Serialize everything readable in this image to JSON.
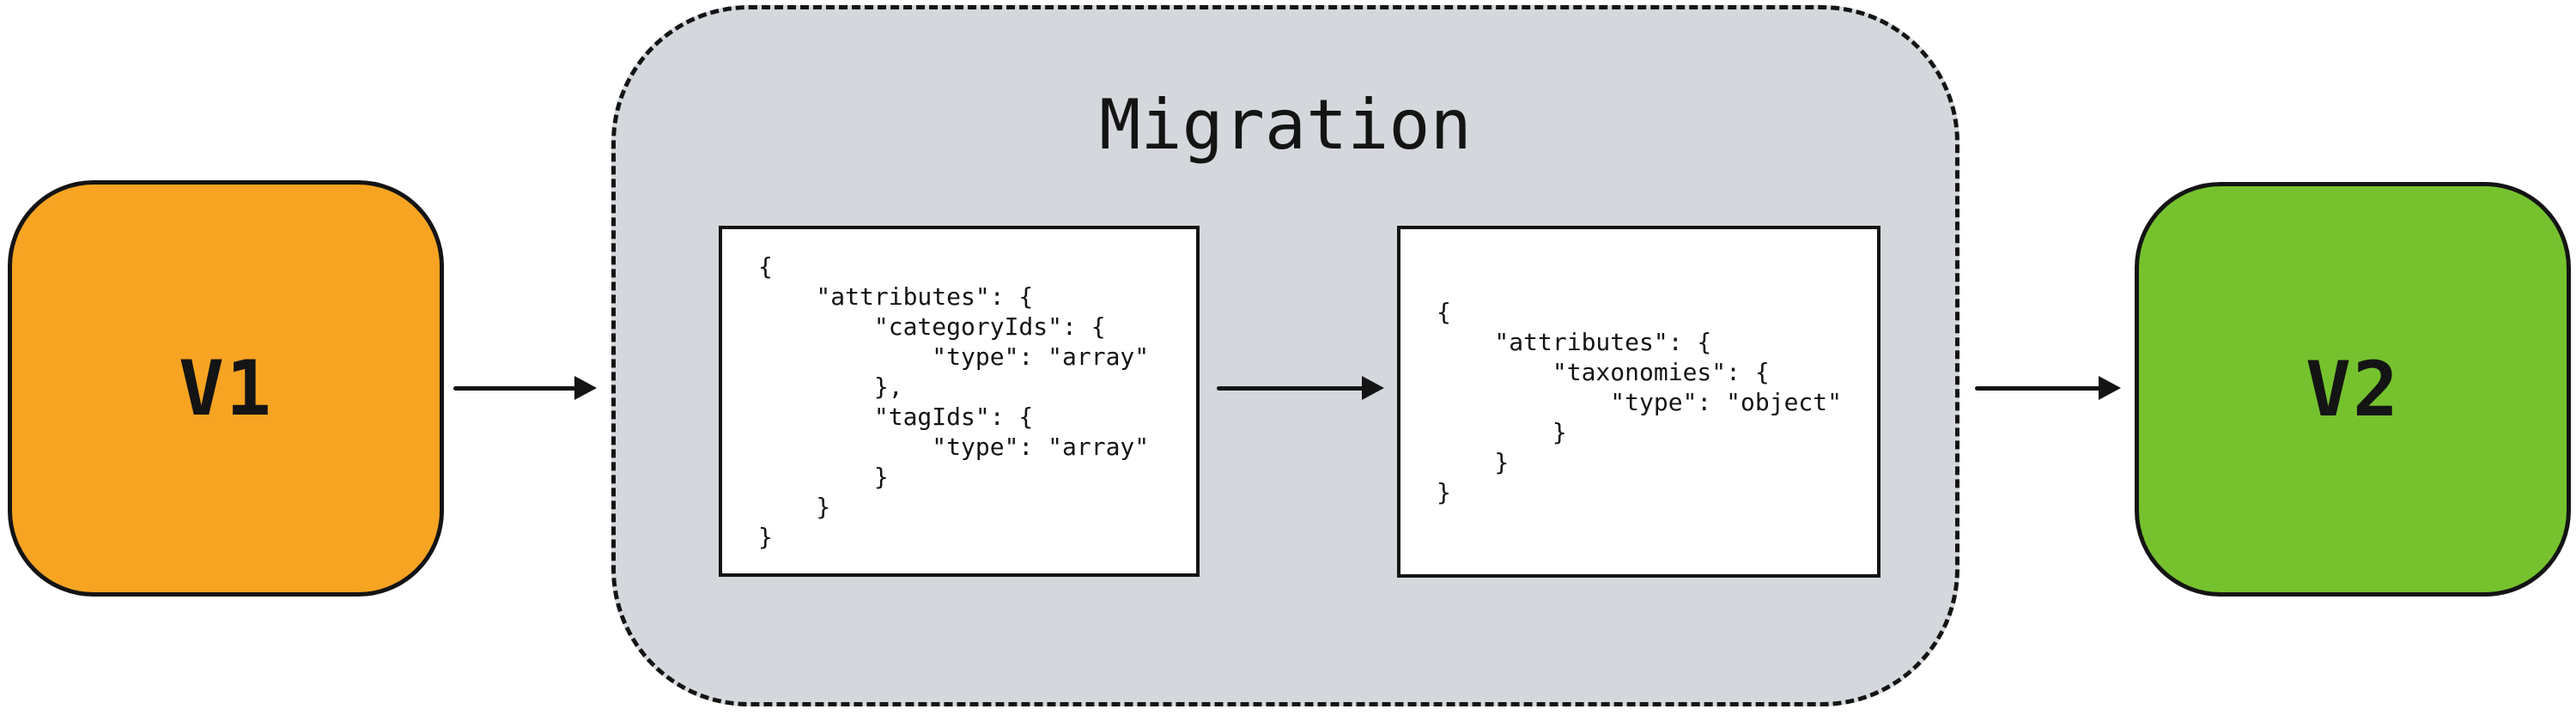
{
  "diagram": {
    "title": "Migration",
    "source_node": {
      "label": "V1",
      "fill_color": "#f7a422"
    },
    "target_node": {
      "label": "V2",
      "fill_color": "#76c22e"
    },
    "migration": {
      "container_fill_color": "#d4d8dd",
      "border_style": "dashed",
      "schema_before": {
        "code": "{\n    \"attributes\": {\n        \"categoryIds\": {\n            \"type\": \"array\"\n        },\n        \"tagIds\": {\n            \"type\": \"array\"\n        }\n    }\n}"
      },
      "schema_after": {
        "code": "{\n    \"attributes\": {\n        \"taxonomies\": {\n            \"type\": \"object\"\n        }\n    }\n}"
      }
    },
    "ink_color": "#141414",
    "arrows": [
      "v1-to-migration",
      "schema-before-to-schema-after",
      "migration-to-v2"
    ]
  }
}
